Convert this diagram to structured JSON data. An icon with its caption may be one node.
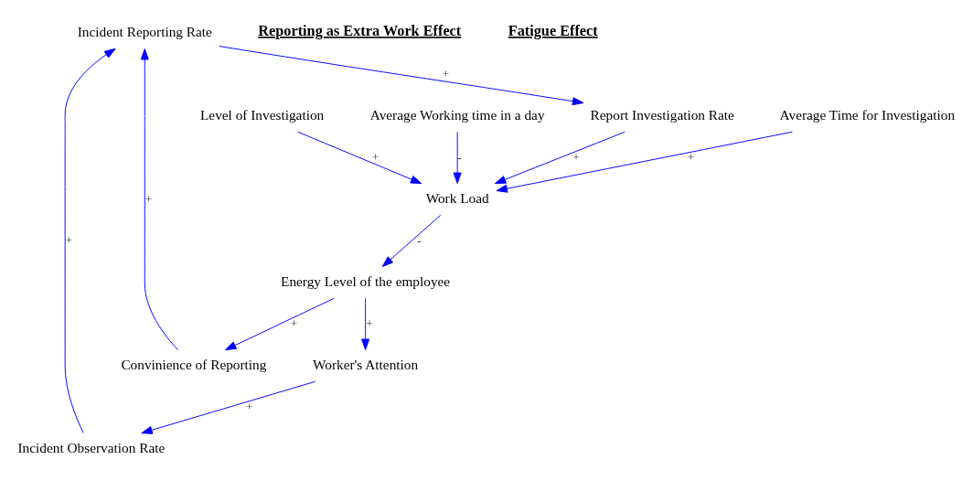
{
  "diagram": {
    "nodes": [
      {
        "text": [
          "Incident Reporting Rate"
        ]
      },
      {
        "text": [
          "Report Investigation Rate"
        ]
      },
      {
        "text": [
          "Average Time for Investigation"
        ]
      },
      {
        "text": [
          "Level of Investigation"
        ]
      },
      {
        "text": [
          "Work Load"
        ]
      },
      {
        "text": [
          "Average Working time in a day"
        ]
      },
      {
        "text": [
          "Incident Observation Rate"
        ]
      },
      {
        "text": [
          "Convinience of Reporting"
        ]
      },
      {
        "text": [
          "Energy Level of the employee"
        ]
      },
      {
        "text": [
          "Worker's Attention"
        ]
      }
    ],
    "edges": [
      {
        "from": 0,
        "to": 1,
        "arrow": "to",
        "label": "+"
      },
      {
        "from": 1,
        "to": 4,
        "arrow": "to",
        "label": "+"
      },
      {
        "from": 2,
        "to": 4,
        "arrow": "to",
        "label": "+"
      },
      {
        "from": 3,
        "to": 4,
        "arrow": "to",
        "label": "+"
      },
      {
        "from": 5,
        "to": 4,
        "arrow": "to",
        "label": "-"
      },
      {
        "from": 4,
        "to": 8,
        "arrow": "to",
        "label": "-"
      },
      {
        "from": 8,
        "to": 7,
        "arrow": "to",
        "label": "+"
      },
      {
        "from": 7,
        "to": 0,
        "arrow": "to",
        "label": "+"
      },
      {
        "from": 8,
        "to": 9,
        "arrow": "to",
        "label": "+"
      },
      {
        "from": 9,
        "to": 6,
        "arrow": "to",
        "label": "+"
      },
      {
        "from": 6,
        "to": 0,
        "arrow": "to",
        "label": "+"
      }
    ],
    "labels": [
      "Reporting as Extra Work Effect",
      "Fatigue Effect"
    ]
  }
}
